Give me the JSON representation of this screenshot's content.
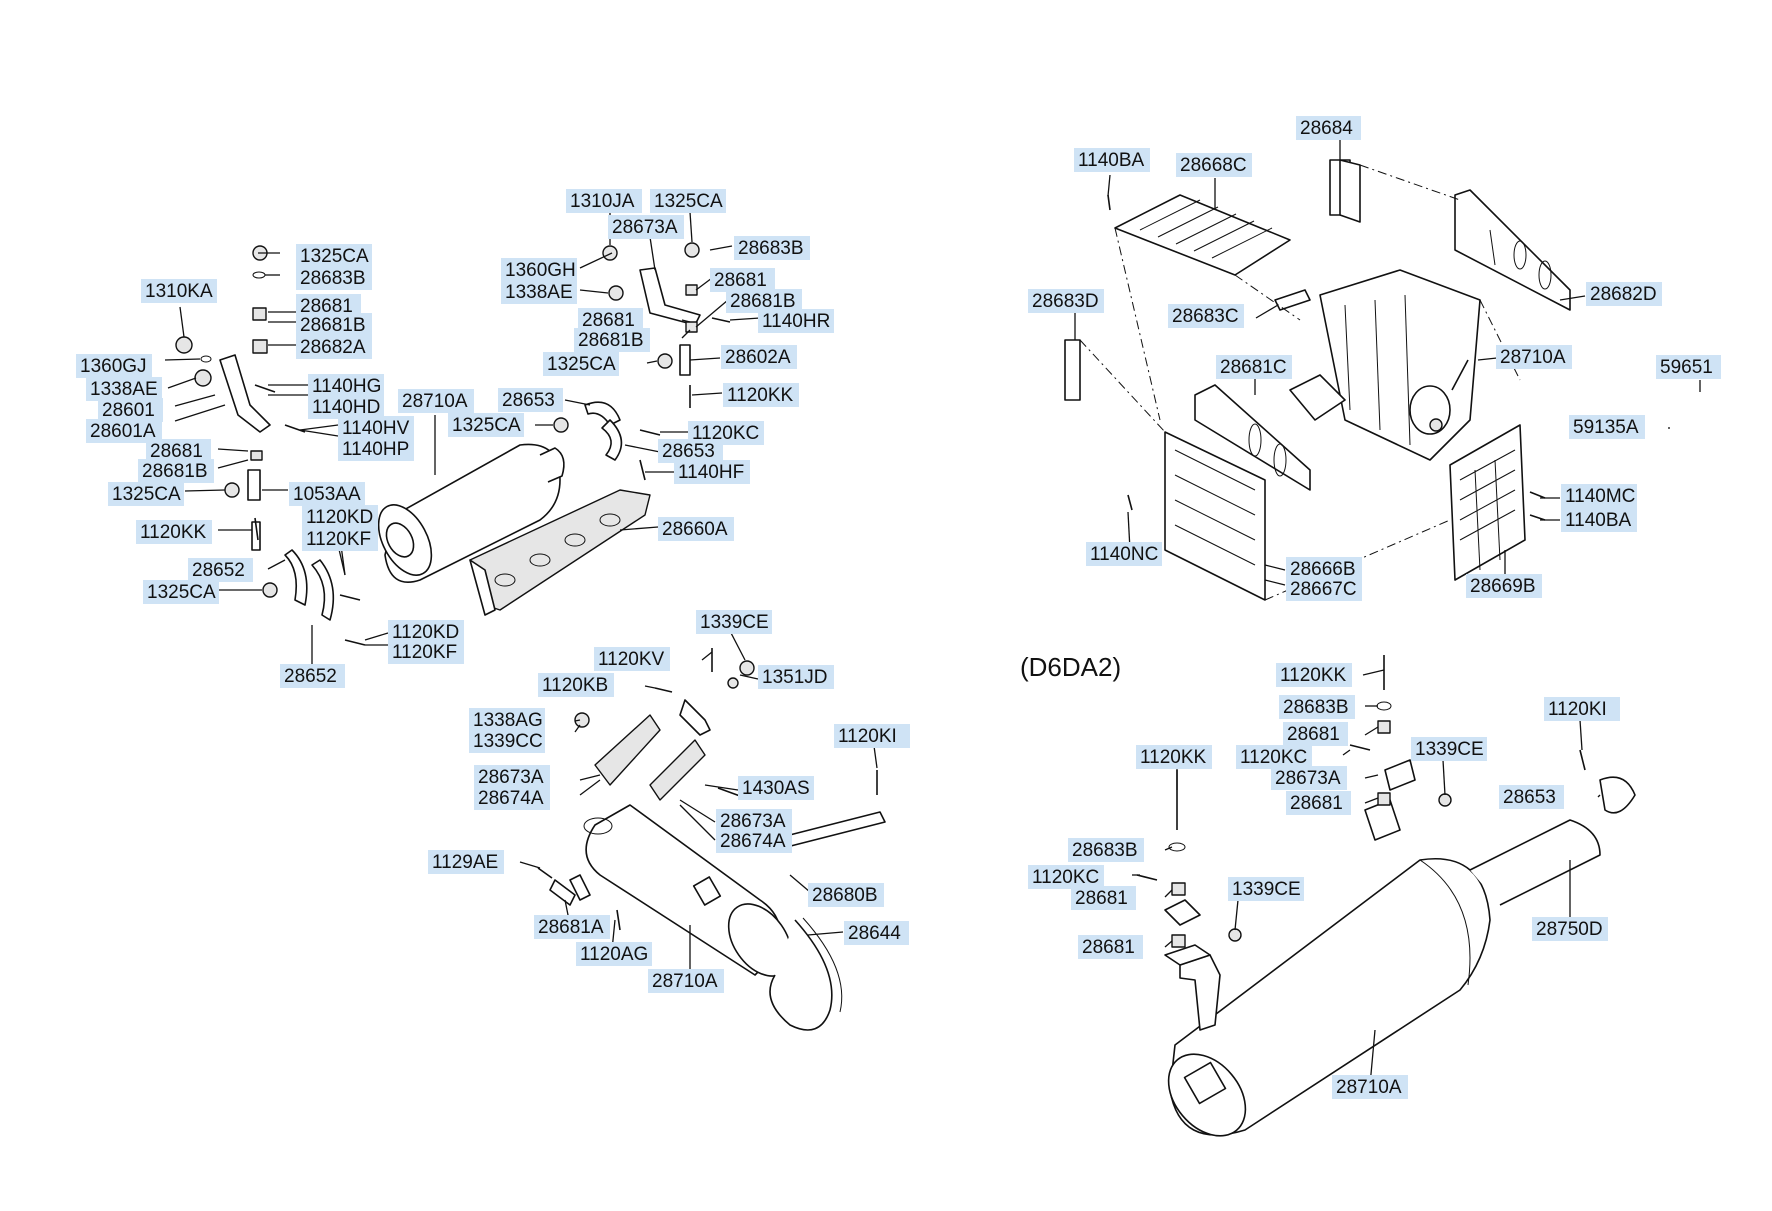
{
  "variant_label": "(D6DA2)",
  "labels": [
    "1325CA",
    "28683B",
    "1310KA",
    "28681",
    "28681B",
    "28682A",
    "1360GJ",
    "1338AE",
    "28601",
    "28601A",
    "1140HG",
    "1140HD",
    "1140HV",
    "1140HP",
    "28681",
    "28681B",
    "1325CA",
    "1053AA",
    "1120KK",
    "1120KD",
    "1120KF",
    "28652",
    "1325CA",
    "28652",
    "1120KD",
    "1120KF",
    "28710A",
    "1310JA",
    "1325CA",
    "28673A",
    "28683B",
    "1360GH",
    "1338AE",
    "28681",
    "28681B",
    "28681",
    "28681B",
    "1140HR",
    "1325CA",
    "28602A",
    "1120KK",
    "28653",
    "1325CA",
    "1120KC",
    "28653",
    "1140HF",
    "28660A",
    "1339CE",
    "1120KV",
    "1351JD",
    "1120KB",
    "1338AG",
    "1339CC",
    "1120KI",
    "28673A",
    "28674A",
    "1430AS",
    "28673A",
    "28674A",
    "1129AE",
    "28680B",
    "28681A",
    "28644",
    "1120AG",
    "28710A",
    "28684",
    "1140BA",
    "28668C",
    "28683D",
    "28683C",
    "28682D",
    "28681C",
    "28710A",
    "59651",
    "59135A",
    "1140MC",
    "1140BA",
    "1140NC",
    "28666B",
    "28667C",
    "28669B",
    "1120KK",
    "28683B",
    "28681",
    "1120KK",
    "1120KC",
    "1339CE",
    "1120KI",
    "28673A",
    "28653",
    "28681",
    "28683B",
    "1120KC",
    "1339CE",
    "28681",
    "28681",
    "28750D",
    "28710A"
  ]
}
